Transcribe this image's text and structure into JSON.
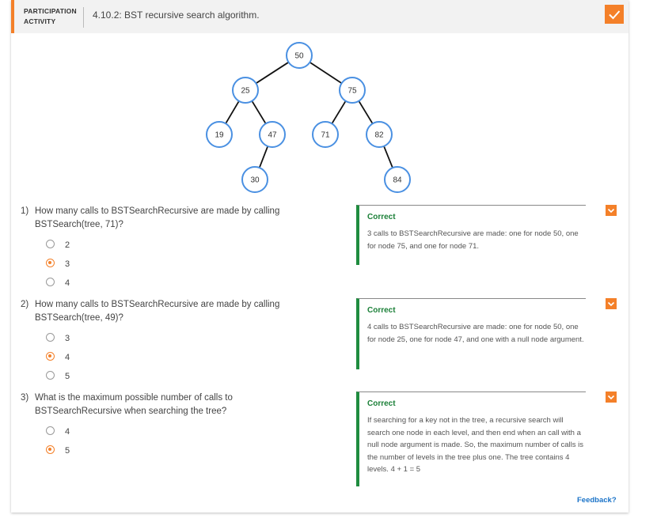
{
  "header": {
    "type_line1": "PARTICIPATION",
    "type_line2": "ACTIVITY",
    "title": "4.10.2: BST recursive search algorithm."
  },
  "tree": {
    "nodes": [
      {
        "id": "n50",
        "label": "50"
      },
      {
        "id": "n25",
        "label": "25"
      },
      {
        "id": "n75",
        "label": "75"
      },
      {
        "id": "n19",
        "label": "19"
      },
      {
        "id": "n47",
        "label": "47"
      },
      {
        "id": "n71",
        "label": "71"
      },
      {
        "id": "n82",
        "label": "82"
      },
      {
        "id": "n30",
        "label": "30"
      },
      {
        "id": "n84",
        "label": "84"
      }
    ],
    "edges": [
      [
        "n50",
        "n25"
      ],
      [
        "n50",
        "n75"
      ],
      [
        "n25",
        "n19"
      ],
      [
        "n25",
        "n47"
      ],
      [
        "n75",
        "n71"
      ],
      [
        "n75",
        "n82"
      ],
      [
        "n47",
        "n30"
      ],
      [
        "n82",
        "n84"
      ]
    ]
  },
  "questions": [
    {
      "number": "1)",
      "text": "How many calls to BSTSearchRecursive are made by calling BSTSearch(tree, 71)?",
      "options": [
        "2",
        "3",
        "4"
      ],
      "selected": 1,
      "feedback_title": "Correct",
      "feedback": "3 calls to BSTSearchRecursive are made: one for node 50, one for node 75, and one for node 71."
    },
    {
      "number": "2)",
      "text": "How many calls to BSTSearchRecursive are made by calling BSTSearch(tree, 49)?",
      "options": [
        "3",
        "4",
        "5"
      ],
      "selected": 1,
      "feedback_title": "Correct",
      "feedback": "4 calls to BSTSearchRecursive are made: one for node 50, one for node 25, one for node 47, and one with a null node argument."
    },
    {
      "number": "3)",
      "text": "What is the maximum possible number of calls to BSTSearchRecursive when searching the tree?",
      "options": [
        "4",
        "5"
      ],
      "selected": 1,
      "feedback_title": "Correct",
      "feedback": "If searching for a key not in the tree, a recursive search will search one node in each level, and then end when an call with a null node argument is made. So, the maximum number of calls is the number of levels in the tree plus one. The tree contains 4 levels. 4 + 1 = 5"
    }
  ],
  "footer": {
    "feedback_link": "Feedback?"
  },
  "colors": {
    "accent": "#f48029",
    "correct": "#1f8c3f",
    "node_border": "#4a90e2",
    "link": "#1a73c8"
  },
  "icons": {
    "completion": "check-icon"
  }
}
